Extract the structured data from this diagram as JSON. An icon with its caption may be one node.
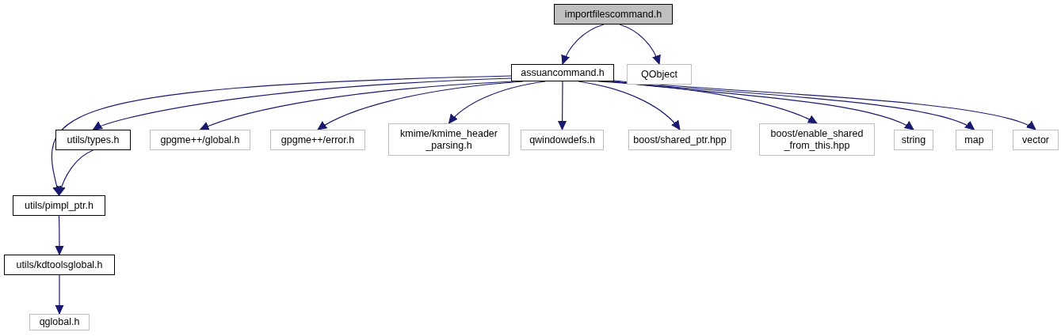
{
  "diagram": {
    "nodes": [
      {
        "text": [
          "importfilescommand.h"
        ]
      },
      {
        "text": [
          "assuancommand.h"
        ]
      },
      {
        "text": [
          "QObject"
        ]
      },
      {
        "text": [
          "utils/types.h"
        ]
      },
      {
        "text": [
          "gpgme++/global.h"
        ]
      },
      {
        "text": [
          "gpgme++/error.h"
        ]
      },
      {
        "text": [
          "kmime/kmime_header _parsing.h"
        ]
      },
      {
        "text": [
          "qwindowdefs.h"
        ]
      },
      {
        "text": [
          "boost/shared_ptr.hpp"
        ]
      },
      {
        "text": [
          "boost/enable_shared _from_this.hpp"
        ]
      },
      {
        "text": [
          "string"
        ]
      },
      {
        "text": [
          "map"
        ]
      },
      {
        "text": [
          "vector"
        ]
      },
      {
        "text": [
          "utils/pimpl_ptr.h"
        ]
      },
      {
        "text": [
          "utils/kdtoolsglobal.h"
        ]
      },
      {
        "text": [
          "qglobal.h"
        ]
      }
    ],
    "edges": [
      {
        "from": 0,
        "to": 1,
        "arrow": "to"
      },
      {
        "from": 0,
        "to": 2,
        "arrow": "to"
      },
      {
        "from": 1,
        "to": 13,
        "arrow": "to"
      },
      {
        "from": 1,
        "to": 3,
        "arrow": "to"
      },
      {
        "from": 1,
        "to": 4,
        "arrow": "to"
      },
      {
        "from": 1,
        "to": 5,
        "arrow": "to"
      },
      {
        "from": 1,
        "to": 6,
        "arrow": "to"
      },
      {
        "from": 1,
        "to": 7,
        "arrow": "to"
      },
      {
        "from": 1,
        "to": 8,
        "arrow": "to"
      },
      {
        "from": 1,
        "to": 9,
        "arrow": "to"
      },
      {
        "from": 1,
        "to": 10,
        "arrow": "to"
      },
      {
        "from": 1,
        "to": 11,
        "arrow": "to"
      },
      {
        "from": 1,
        "to": 12,
        "arrow": "to"
      },
      {
        "from": 3,
        "to": 13,
        "arrow": "to"
      },
      {
        "from": 13,
        "to": 14,
        "arrow": "to"
      },
      {
        "from": 14,
        "to": 15,
        "arrow": "to"
      }
    ]
  }
}
